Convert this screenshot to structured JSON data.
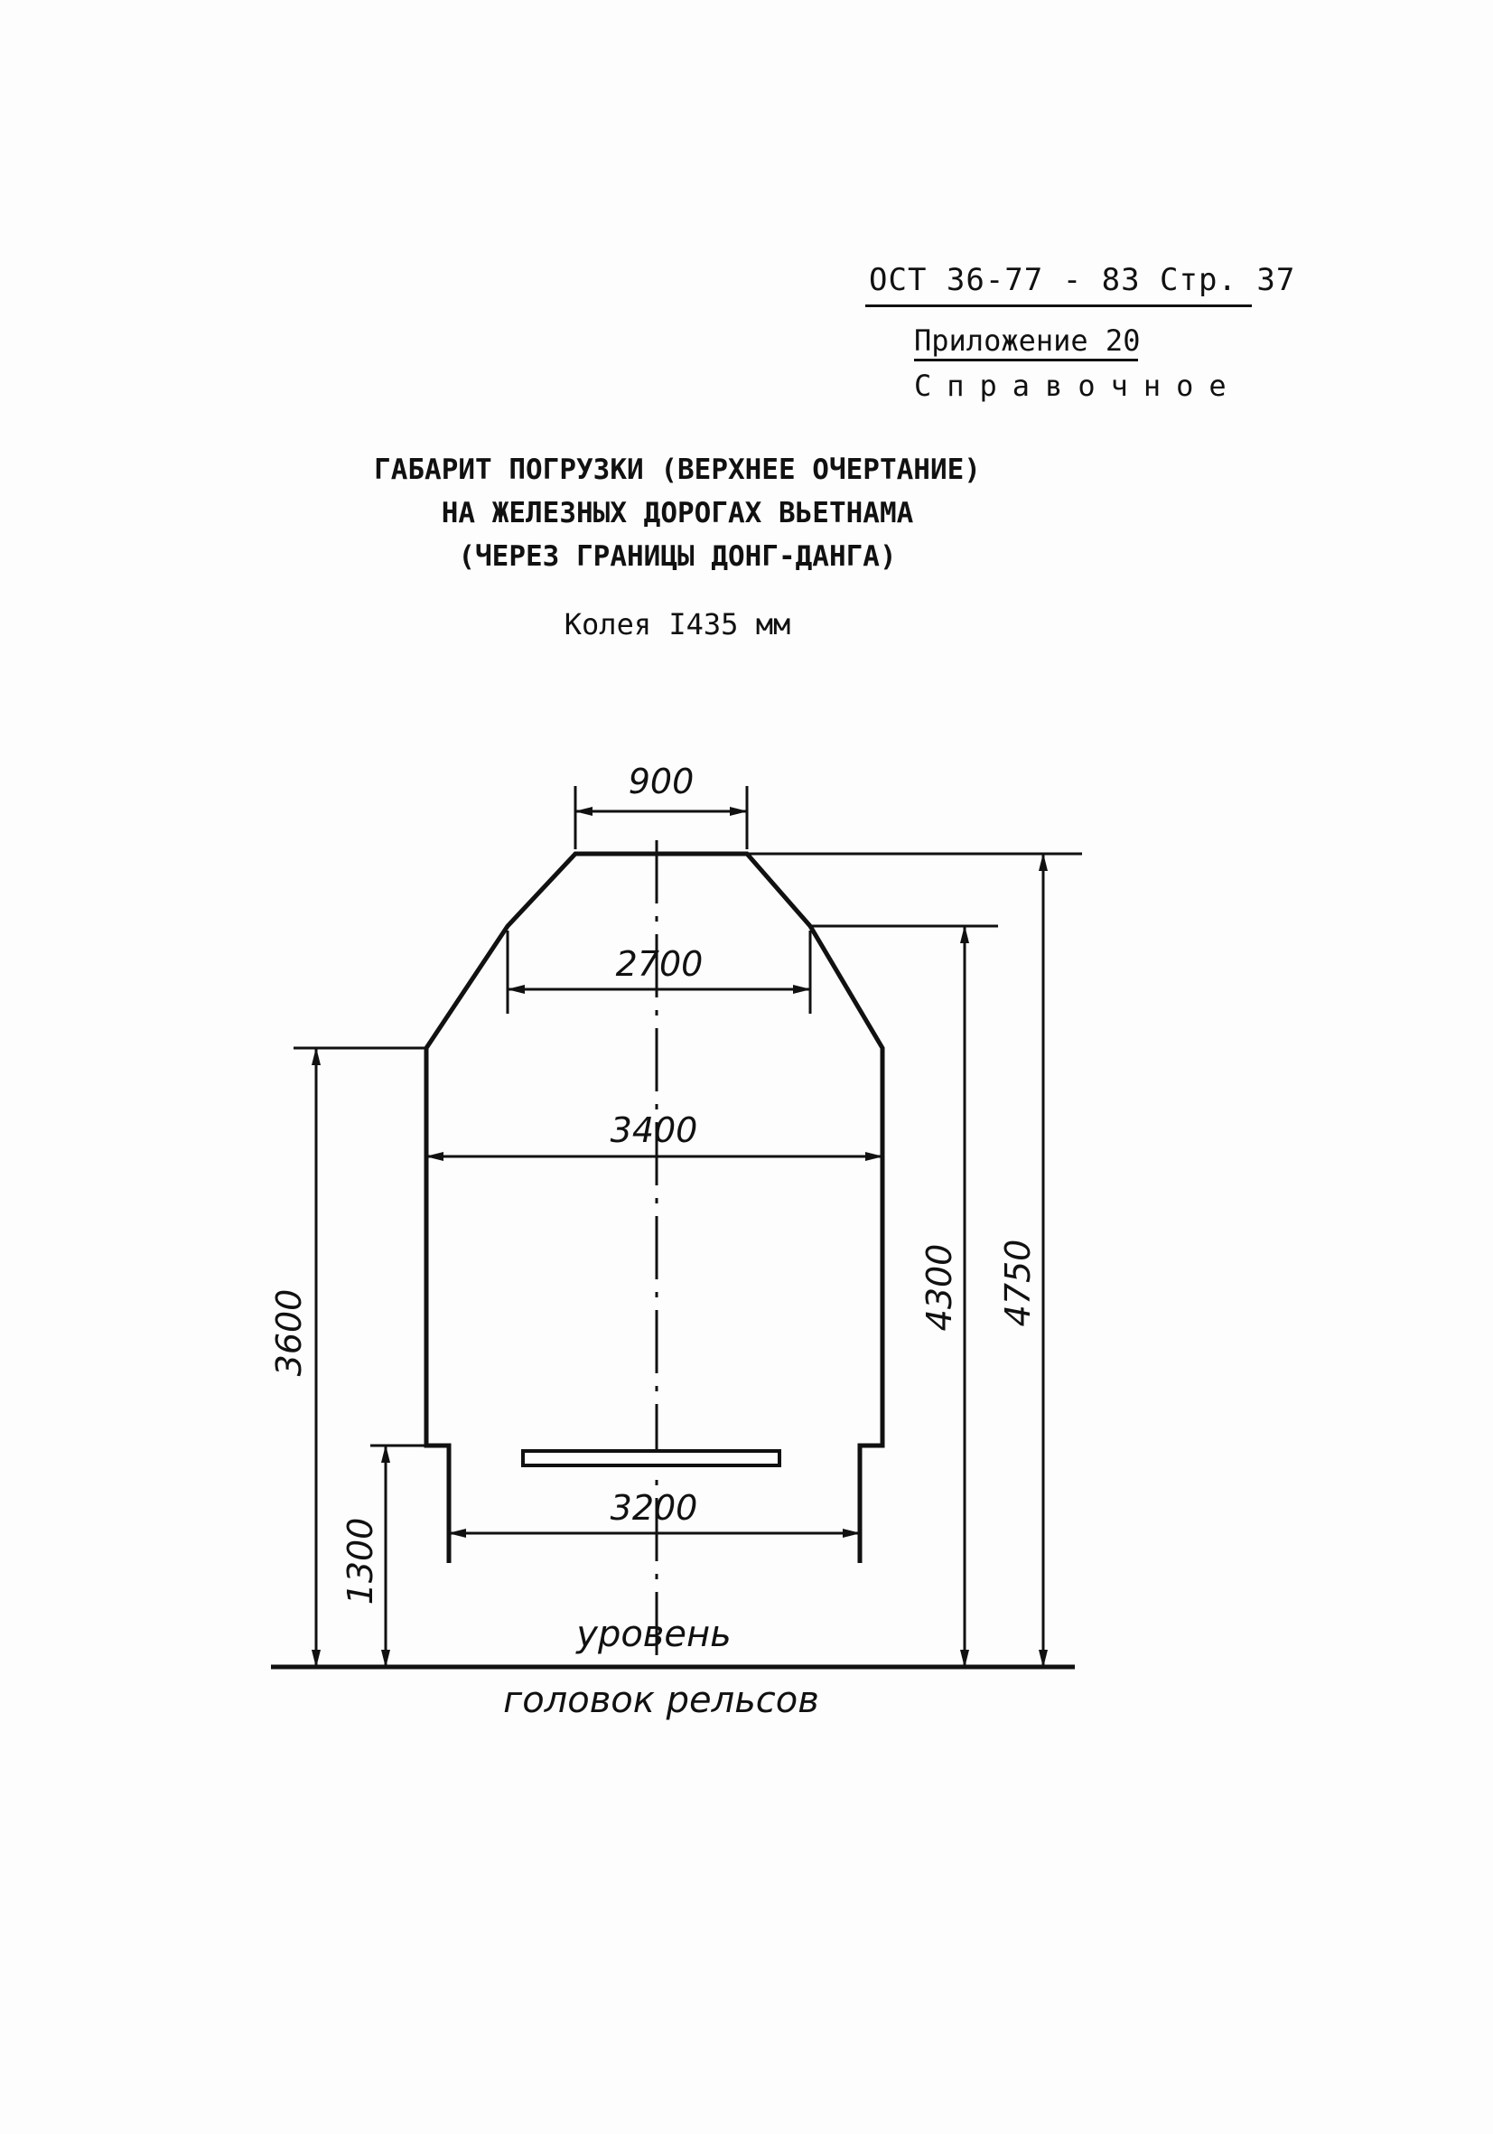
{
  "header": {
    "standard_page": "ОСТ 36-77 - 83 Стр. 37",
    "appendix": "Приложение 20",
    "reference": "Справочное"
  },
  "title": {
    "line1": "ГАБАРИТ ПОГРУЗКИ (ВЕРХНЕЕ ОЧЕРТАНИЕ)",
    "line2": "НА ЖЕЛЕЗНЫХ ДОРОГАХ ВЬЕТНАМА",
    "line3": "(ЧЕРЕЗ ГРАНИЦЫ ДОНГ-ДАНГА)"
  },
  "gauge": "Колея I435 мм",
  "drawing": {
    "dim_top_width": "900",
    "dim_upper_width": "2700",
    "dim_mid_width": "3400",
    "dim_bottom_width": "3200",
    "dim_height_left": "3600",
    "dim_height_step": "1300",
    "dim_height_4300": "4300",
    "dim_height_total": "4750",
    "level_label_line1": "уровень",
    "level_label_line2": "головок рельсов"
  }
}
